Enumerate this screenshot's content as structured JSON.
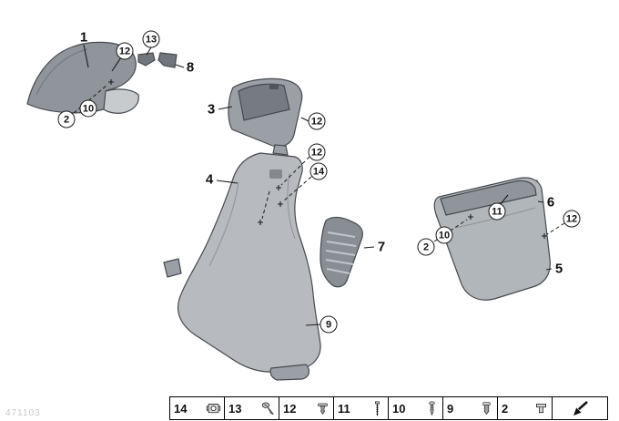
{
  "watermark": "471103",
  "labels": {
    "p1": "1",
    "p3": "3",
    "p4": "4",
    "p5": "5",
    "p6": "6",
    "p7": "7",
    "p8": "8"
  },
  "callouts": {
    "c2a": "2",
    "c2b": "2",
    "c9": "9",
    "c10a": "10",
    "c10b": "10",
    "c11": "11",
    "c12a": "12",
    "c12b": "12",
    "c12c": "12",
    "c12d": "12",
    "c13": "13",
    "c14": "14"
  },
  "legend": {
    "items": [
      {
        "label": "14",
        "icon": "cage-nut-icon"
      },
      {
        "label": "13",
        "icon": "screw-icon"
      },
      {
        "label": "12",
        "icon": "expansion-rivet-icon"
      },
      {
        "label": "11",
        "icon": "long-screw-icon"
      },
      {
        "label": "10",
        "icon": "tapping-screw-icon"
      },
      {
        "label": "9",
        "icon": "grommet-icon"
      },
      {
        "label": "2",
        "icon": "clip-icon"
      },
      {
        "label": "",
        "icon": "back-arrow-icon"
      }
    ]
  },
  "colors": {
    "part_dark": "#8f959b",
    "part_light": "#b7bbc0",
    "stroke": "#454a4f",
    "leader": "#1a1a1a"
  }
}
